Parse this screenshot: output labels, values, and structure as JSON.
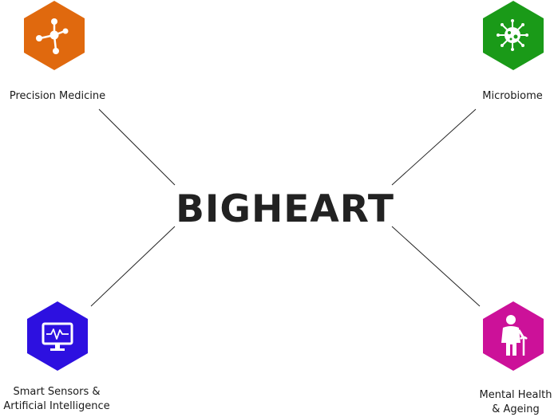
{
  "center": {
    "title": "BIGHEART"
  },
  "nodes": {
    "precision_medicine": {
      "label": "Precision Medicine",
      "color": "#E0690E",
      "icon": "network-molecule-icon"
    },
    "microbiome": {
      "label": "Microbiome",
      "color": "#1A9A18",
      "icon": "virus-icon"
    },
    "smart_sensors": {
      "label_line1": "Smart Sensors &",
      "label_line2": "Artificial Intelligence",
      "color": "#2D10E0",
      "icon": "monitor-heartbeat-icon"
    },
    "mental_health": {
      "label_line1": "Mental Health",
      "label_line2": "& Ageing",
      "color": "#CC1199",
      "icon": "elderly-person-cane-icon"
    }
  },
  "connector_color": "#222222"
}
